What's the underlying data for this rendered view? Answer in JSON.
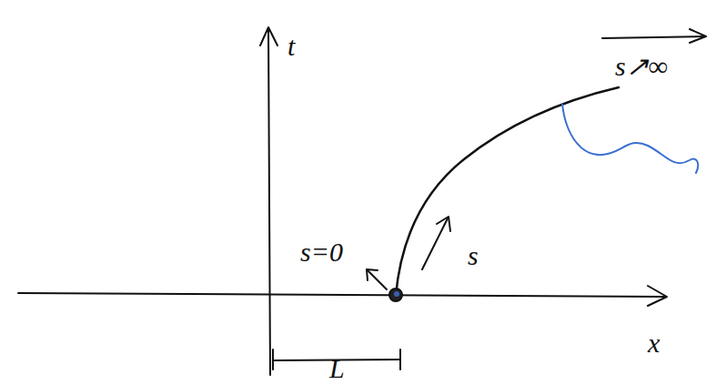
{
  "diagram": {
    "labels": [
      "t",
      "x",
      "s=0",
      "s",
      "s↗∞",
      "L"
    ]
  }
}
